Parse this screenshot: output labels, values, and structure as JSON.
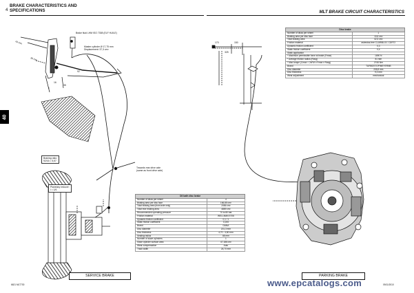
{
  "header": {
    "left_title_line1": "BRAKE CHARACTERISTICS AND",
    "left_title_line2": "SPECIFICATIONS",
    "page_number": "4",
    "right_title": "MLT BRAKE CIRCUIT CHARACTERISTICS"
  },
  "side_tab": "40",
  "annotations": {
    "brake_fluid": "Brake fluid LHM ISO 7308 (ELF HUILE)",
    "master_cyl_1": "Master cylinder Ø 17,75 mm",
    "master_cyl_2": "Displacement: 37,3 cm³",
    "dim_43": "43 mm",
    "dim_30": "30 mm",
    "dim_92": "92",
    "dim_16": "16",
    "dim_1": "1",
    "dim_35": "35",
    "braking_ratio_1": "Braking ratio:",
    "braking_ratio_2": "92/16 = 5,57",
    "towards_line1": "Towards rear drive axle",
    "towards_line2": "(same as front drive axle)",
    "planetary_1": "Planetary reducer:",
    "planetary_2": "i = 1/6",
    "dim_170": "170",
    "dim_150": "150",
    "dim_325": "325"
  },
  "disc_table": {
    "title": "Disc brake",
    "rows": [
      {
        "label": "Number of discs per wheel",
        "value": "1"
      },
      {
        "label": "Braking area per disc face",
        "value": "10,6 cm²"
      },
      {
        "label": "Total braking area",
        "value": "42,4 cm²"
      },
      {
        "label": "Friction material",
        "value": "asbestos-free CLARIBLOC CDRT2"
      },
      {
        "label": "Dynamic friction coefficient",
        "value": "0,3"
      },
      {
        "label": "Static friction coefficient",
        "value": "0,4"
      },
      {
        "label": "Static application",
        "value": ""
      },
      {
        "label": "* Maximum permissible force at brake (Fmax)",
        "value": "1890 N"
      },
      {
        "label": "* Average friction radius (Ravg)",
        "value": "81 mm"
      },
      {
        "label": "* Max torque (Cmax = 2xFM x Fmax x Ravg)",
        "value": "2745 Nm"
      },
      {
        "label": "Brand",
        "value": "TURBOSTOP/MEYERNB"
      },
      {
        "label": "Disc diameter",
        "value": "205,8 mm"
      },
      {
        "label": "Disc thickness",
        "value": "9,3 mm"
      },
      {
        "label": "Wear adjustment",
        "value": "mechanical"
      }
    ]
  },
  "oil_table": {
    "title": "Oil bath disc brake",
    "rows": [
      {
        "label": "Number of discs per wheel",
        "value": "4"
      },
      {
        "label": "Braking area per disc face",
        "value": "166,85 cm²"
      },
      {
        "label": "Total braking area (front axle only)",
        "value": "2086 cm²"
      },
      {
        "label": "Total rear braking area",
        "value": "4889 cm²"
      },
      {
        "label": "Recommended operating pressure",
        "value": "70 to 80 bar"
      },
      {
        "label": "Friction material",
        "value": "WELLMAN 5706"
      },
      {
        "label": "Dynamic friction coefficient",
        "value": "0,1 / 1"
      },
      {
        "label": "Static friction coefficient",
        "value": "0,205"
      },
      {
        "label": "Brand",
        "value": "DANA"
      },
      {
        "label": "Disc diameter",
        "value": "201,3 mm"
      },
      {
        "label": "Disc thickness",
        "value": "4,70 - 4,80 mm"
      },
      {
        "label": "Sealing radius",
        "value": "88 mm"
      },
      {
        "label": "Number of slave cylinders",
        "value": "1"
      },
      {
        "label": "Slave cylinder surface area",
        "value": "47,186 cm²"
      },
      {
        "label": "Wear compensation",
        "value": "Auto"
      },
      {
        "label": "Track width",
        "value": "26,70 mm"
      }
    ]
  },
  "captions": {
    "service": "SERVICE BRAKE",
    "parking": "PARKING BRAKE"
  },
  "footer": {
    "left": "6621 MLT730",
    "right": "09/11/2010"
  },
  "watermark": "www.epcatalogs.com"
}
